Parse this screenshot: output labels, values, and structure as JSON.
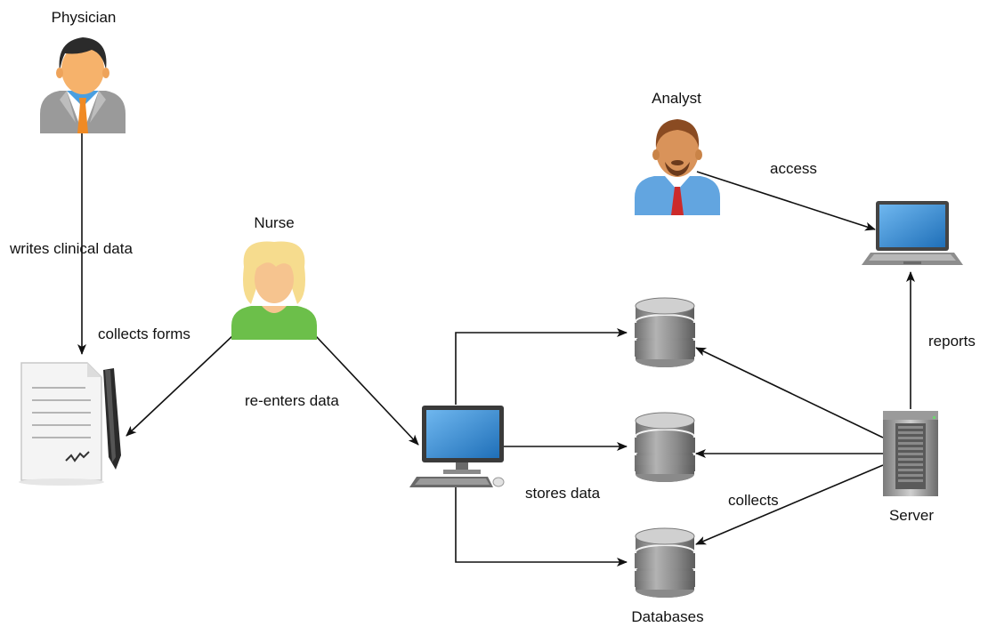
{
  "nodes": {
    "physician": "Physician",
    "analyst": "Analyst",
    "nurse": "Nurse",
    "server": "Server",
    "databases": "Databases"
  },
  "edges": {
    "writes": "writes clinical data",
    "collects_forms": "collects forms",
    "reenters": "re-enters data",
    "stores": "stores data",
    "collects": "collects",
    "access": "access",
    "reports": "reports"
  },
  "colors": {
    "line": "#111111",
    "db_body": "#8c8c8c",
    "laptop_screen": "#2f84cf",
    "monitor_screen": "#2a86d6",
    "nurse_shirt": "#6cbf4a",
    "analyst_shirt": "#62a5e0",
    "tie_red": "#cc2a2a",
    "tie_orange": "#f08a24"
  },
  "icons": [
    "physician-icon",
    "analyst-icon",
    "nurse-icon",
    "clinical-form-icon",
    "desktop-computer-icon",
    "database-icon",
    "laptop-icon",
    "server-icon"
  ]
}
